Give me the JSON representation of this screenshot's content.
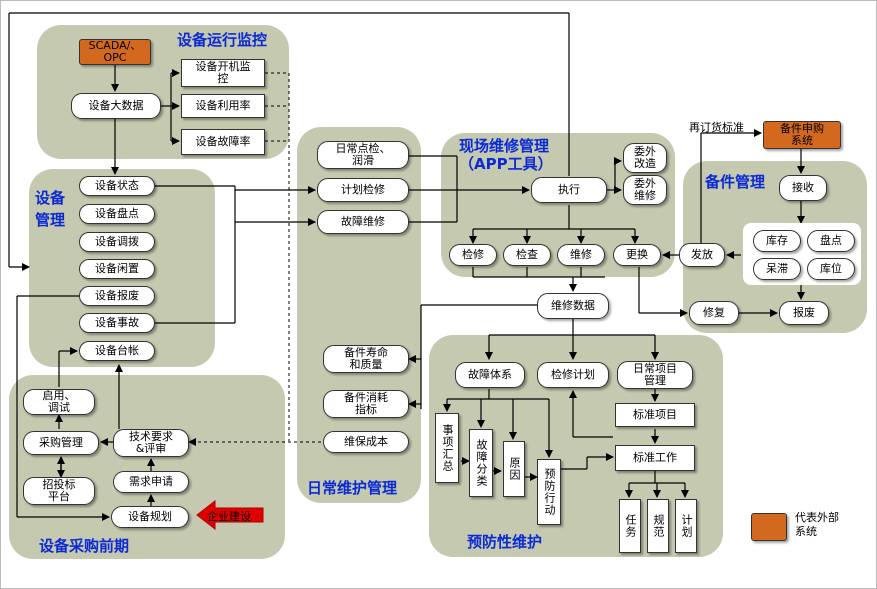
{
  "panels": {
    "monitor": "设备运行监控",
    "device_mgmt": "设备\n管理",
    "purchase": "设备采购前期",
    "daily": "日常维护管理",
    "field": "现场维修管理\n（APP工具）",
    "spare": "备件管理",
    "preventive": "预防性维护"
  },
  "nodes": {
    "scada": "SCADA/、\nOPC",
    "big_data": "设备大数据",
    "on_off": "设备开机监\n控",
    "util_rate": "设备利用率",
    "fault_rate": "设备故障率",
    "status": "设备状态",
    "inventory": "设备盘点",
    "transfer": "设备调拨",
    "idle": "设备闲置",
    "scrap": "设备报废",
    "accident": "设备事故",
    "ledger": "设备台帐",
    "enable": "启用、\n调试",
    "procure": "采购管理",
    "bidding": "招投标\n平台",
    "tech_req": "技术要求\n&评审",
    "demand": "需求申请",
    "planning": "设备规划",
    "enterprise": "企业建设",
    "daily_check": "日常点检、\n润滑",
    "plan_maint": "计划检修",
    "fault_repair": "故障维修",
    "spare_life": "备件寿命\n和质量",
    "spare_consume": "备件消耗\n指标",
    "maint_cost": "维保成本",
    "execute": "执行",
    "outsource_mod": "委外\n改造",
    "outsource_fix": "委外\n维修",
    "overhaul": "检修",
    "inspect": "检查",
    "repair": "维修",
    "replace": "更换",
    "repair_data": "维修数据",
    "fault_sys": "故障体系",
    "maint_plan": "检修计划",
    "daily_item": "日常项目\n管理",
    "std_item": "标准项目",
    "std_work": "标准工作",
    "item_sum": "事项汇总",
    "fault_class": "故障分类",
    "cause": "原因",
    "prev_action": "预防行动",
    "task": "任务",
    "norm": "规范",
    "plan": "计划",
    "spare_purchase": "备件申购\n系统",
    "receive": "接收",
    "stock": "库存",
    "count": "盘点",
    "stagnant": "呆滞",
    "location": "库位",
    "issue": "发放",
    "fix": "修复",
    "spare_scrap": "报废"
  },
  "labels": {
    "reorder": "再订货标准",
    "legend": "代表外部\n系统"
  },
  "colors": {
    "panel": "#c4c9af",
    "title": "#0b2ad6",
    "external": "#d2691e",
    "arrow_red": "#e00000"
  }
}
